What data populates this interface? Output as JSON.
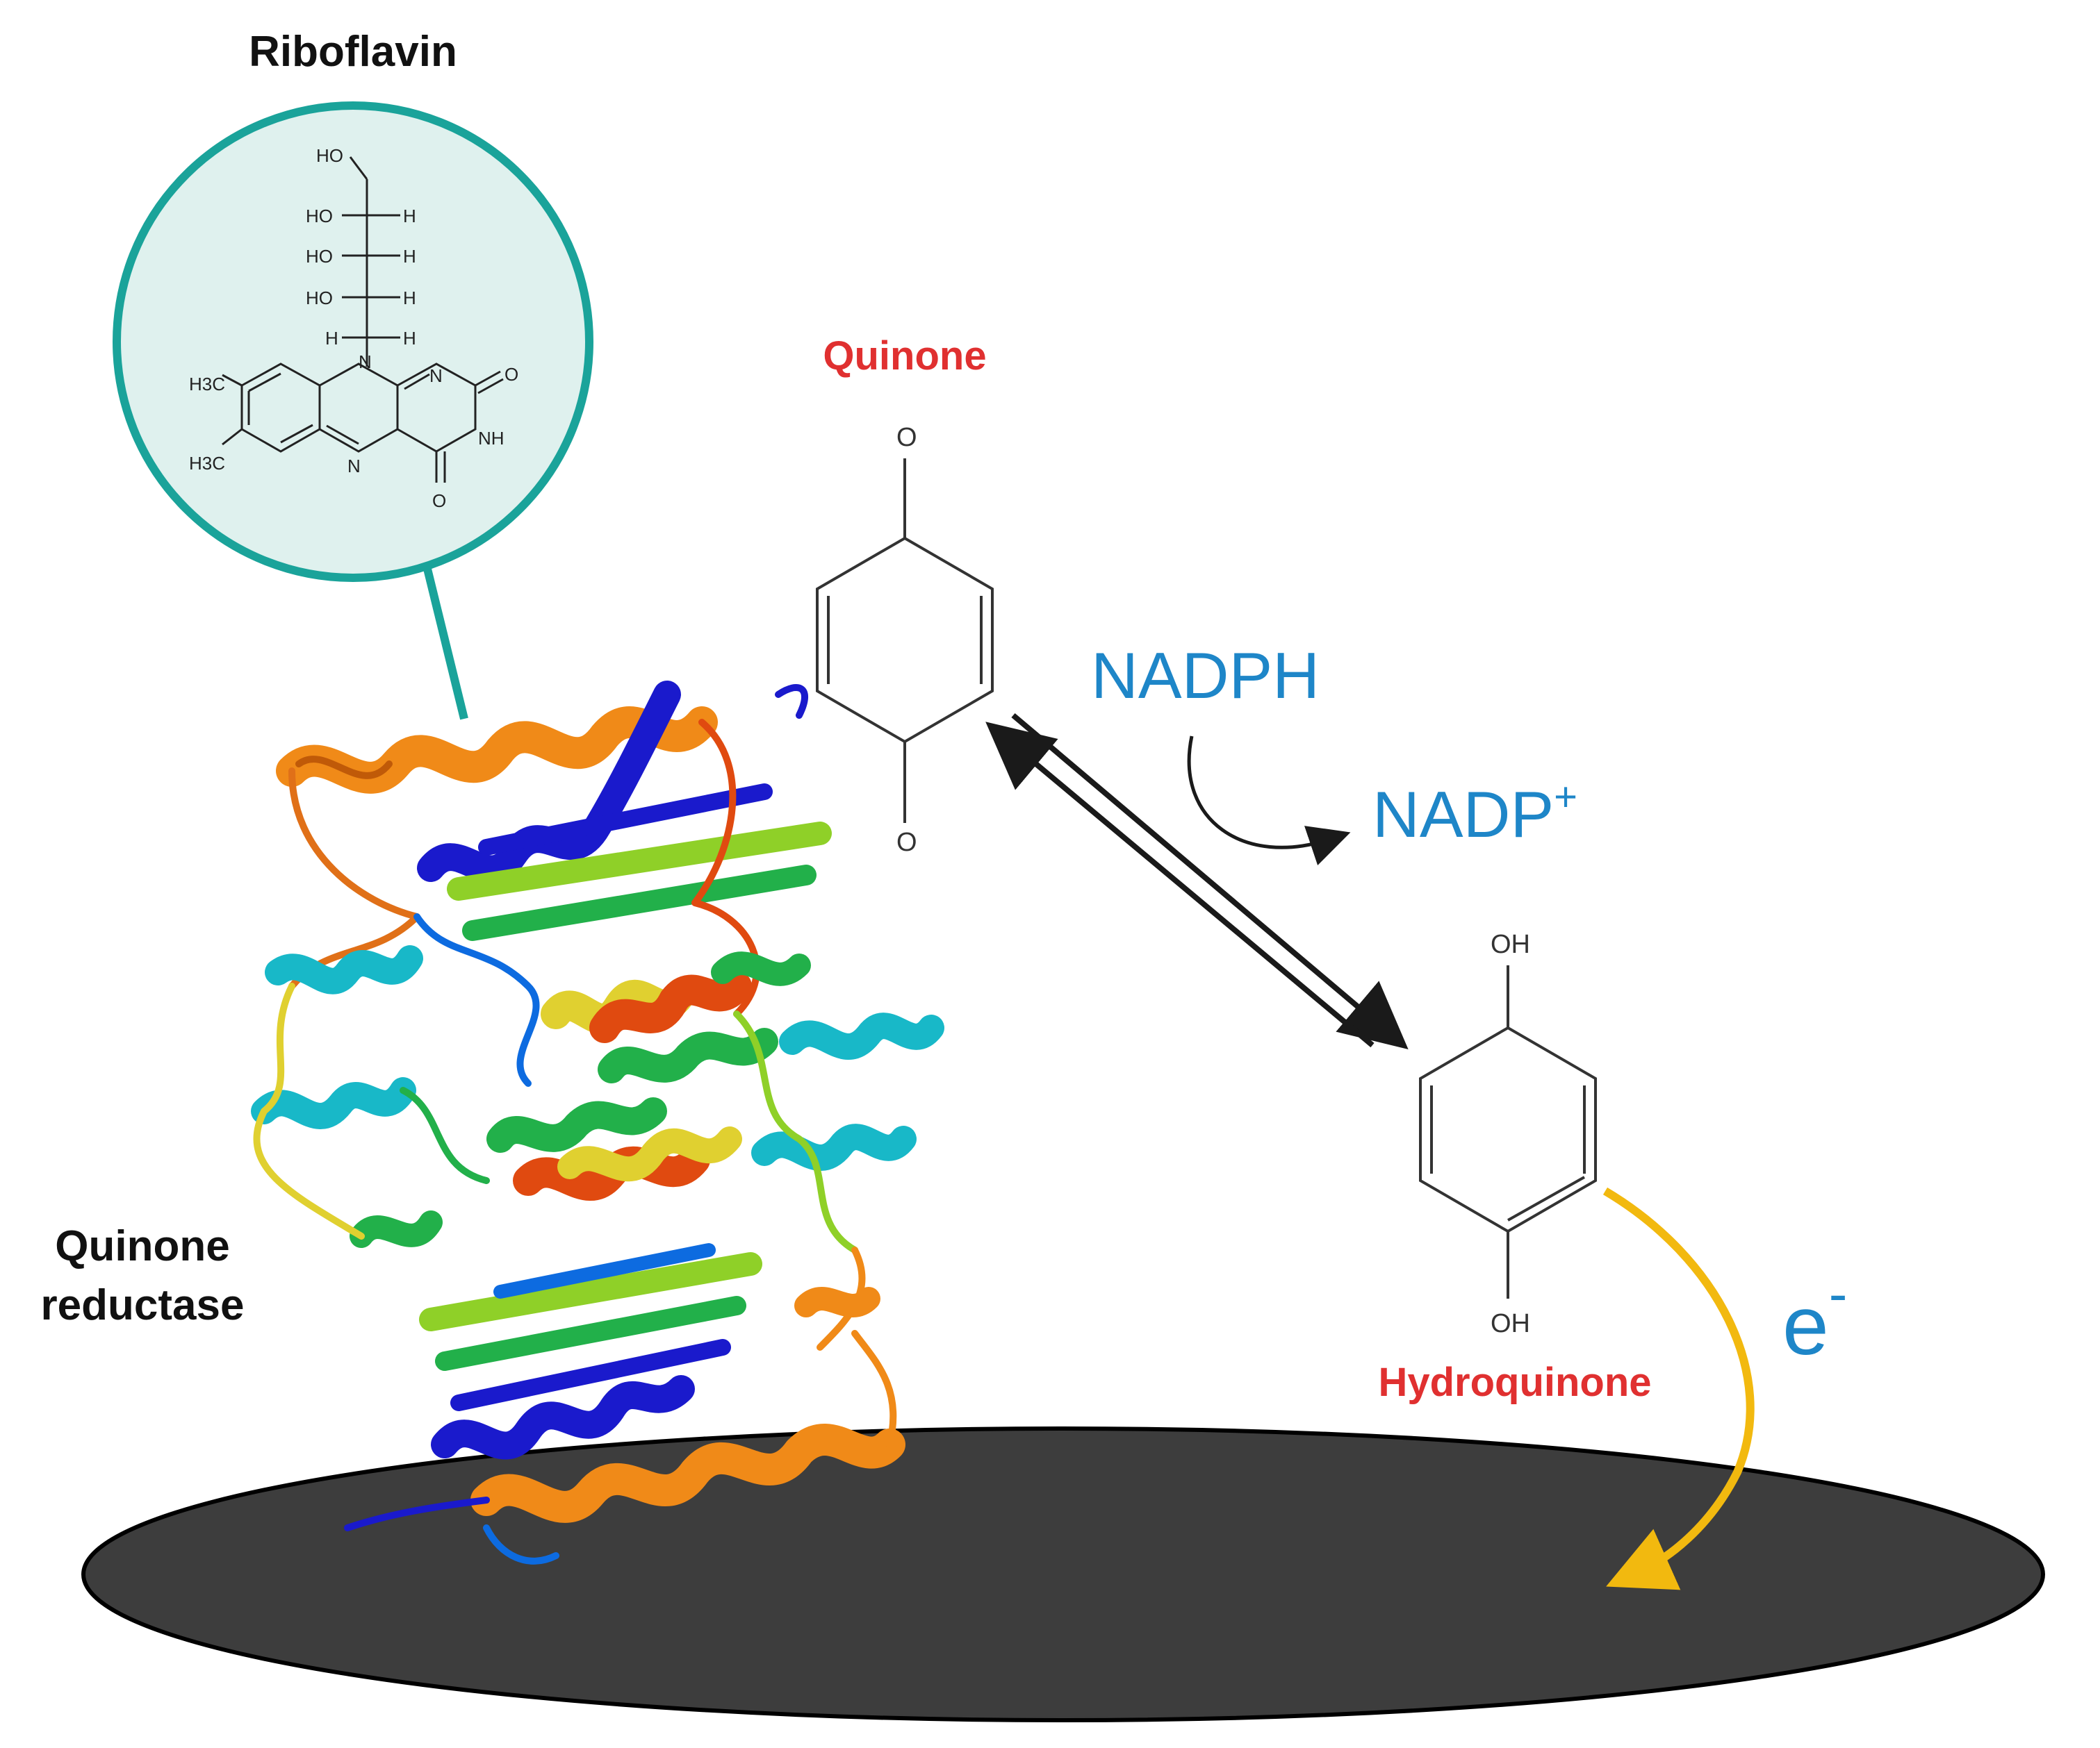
{
  "labels": {
    "riboflavin": "Riboflavin",
    "quinone": "Quinone",
    "hydroquinone": "Hydroquinone",
    "nadph": "NADPH",
    "nadp": "NADP",
    "nadp_superscript": "+",
    "enzyme_line1": "Quinone",
    "enzyme_line2": "reductase",
    "electron": "e",
    "electron_superscript": "-"
  },
  "riboflavin_structure": {
    "atoms": {
      "ho": "HO",
      "h": "H",
      "h3c": "H3C",
      "n": "N",
      "nh": "NH",
      "o": "O"
    }
  },
  "quinone_structure": {
    "o": "O"
  },
  "hydroquinone_structure": {
    "oh": "OH"
  },
  "colors": {
    "label_red": "#e03030",
    "label_blue": "#1e86c8",
    "teal_circle": "#1aa39a",
    "teal_fill": "#dff1ee",
    "electrode": "#3d3d3d",
    "electron_arrow": "#f2b90f",
    "protein_rainbow": [
      "#1a1acc",
      "#0d6be0",
      "#18b8c8",
      "#22b04a",
      "#8fd028",
      "#e0d030",
      "#f08a18",
      "#e04a10"
    ]
  }
}
